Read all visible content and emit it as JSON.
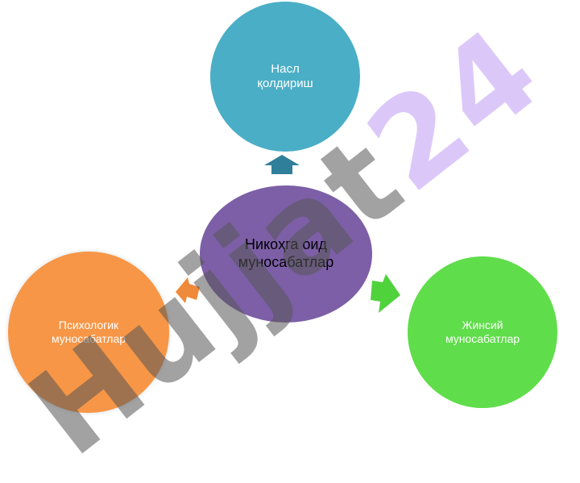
{
  "diagram": {
    "center": {
      "label": "Никоҳга оид\nмуносабатлар",
      "color": "#7c5fa6"
    },
    "top": {
      "label": "Насл\nқолдириш",
      "color": "#4aaec6"
    },
    "left": {
      "label": "Психологик\nмуносабатлар",
      "color": "#f79646"
    },
    "right": {
      "label": "Жинсий\nмуносабатлар",
      "color": "#5fdd4a"
    }
  },
  "watermark": {
    "part1": "Hujjat",
    "part2": "24"
  }
}
